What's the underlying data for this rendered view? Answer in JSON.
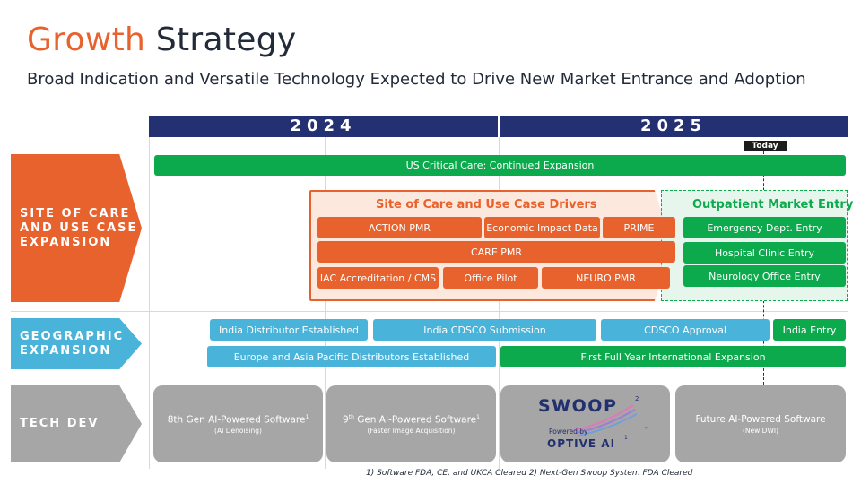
{
  "title": {
    "accent": "Growth",
    "rest": "Strategy"
  },
  "subtitle": "Broad Indication and Versatile Technology Expected to Drive New Market Entrance and Adoption",
  "years": [
    "2024",
    "2025"
  ],
  "today_label": "Today",
  "rows": {
    "site_of_care": "SITE OF CARE AND USE CASE EXPANSION",
    "geographic": "GEOGRAPHIC EXPANSION",
    "tech_dev": "TECH DEV"
  },
  "site_of_care": {
    "us_critical_care": "US Critical Care: Continued Expansion",
    "drivers_title": "Site of Care and Use Case Drivers",
    "drivers": {
      "action_pmr": "ACTION PMR",
      "economic_impact": "Economic Impact Data",
      "prime": "PRIME",
      "care_pmr": "CARE PMR",
      "iac": "IAC Accreditation / CMS",
      "office_pilot": "Office Pilot",
      "neuro_pmr": "NEURO PMR"
    },
    "outpatient_title": "Outpatient Market Entry",
    "outpatient": {
      "emergency": "Emergency Dept.  Entry",
      "hospital_clinic": "Hospital Clinic Entry",
      "neurology_office": "Neurology Office Entry"
    }
  },
  "geographic": {
    "india_distributor": "India Distributor Established",
    "india_cdsco": "India CDSCO Submission",
    "cdsco_approval": "CDSCO Approval",
    "india_entry": "India Entry",
    "europe_asia": "Europe and Asia Pacific Distributors Established",
    "first_full_year": "First Full Year International Expansion"
  },
  "tech_dev": {
    "gen8": {
      "label": "8th Gen AI-Powered Software",
      "sup": "1",
      "sub": "(AI Denoising)"
    },
    "gen9": {
      "label_pre": "9",
      "label_th": "th",
      "label_post": " Gen AI-Powered Software",
      "sup": "1",
      "sub": "(Faster Image Acquisition)"
    },
    "swoop": {
      "brand": "SWOOP",
      "brand_sup": "2",
      "tm": "™",
      "powered_by": "Powered by",
      "optive": "OPTIVE AI",
      "optive_sup": "1"
    },
    "future": {
      "label": "Future AI-Powered Software",
      "sub": "(New DWI)"
    }
  },
  "footnote": "1)  Software FDA, CE, and UKCA Cleared    2)  Next-Gen Swoop System FDA Cleared",
  "colors": {
    "orange": "#e8622d",
    "navy": "#233072",
    "green": "#0daa4d",
    "blue": "#49b3da",
    "grey": "#a6a6a6"
  }
}
